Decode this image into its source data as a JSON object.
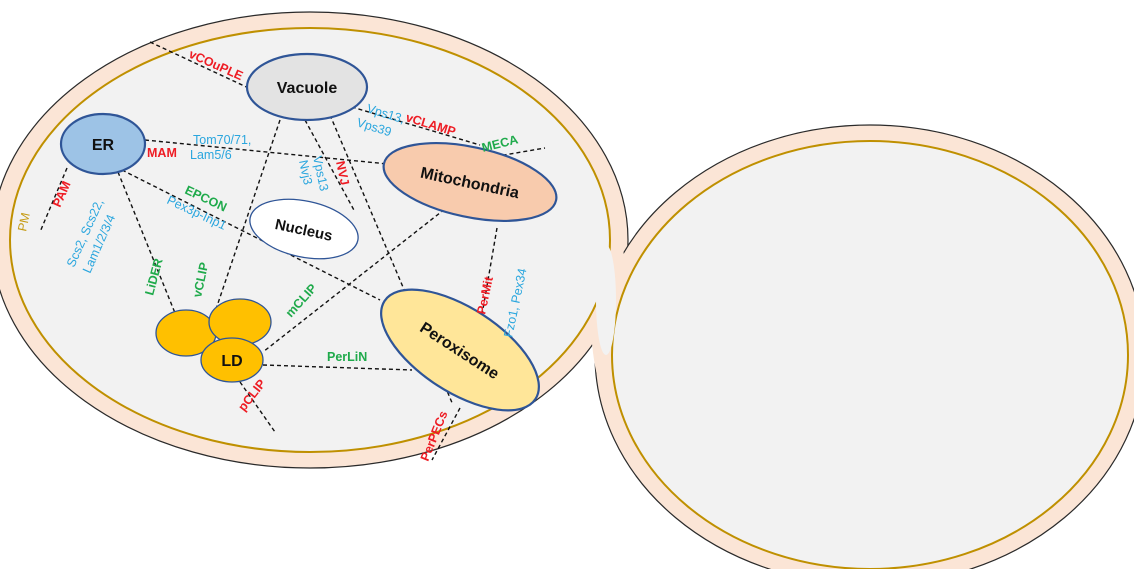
{
  "organelles": {
    "vacuole": "Vacuole",
    "er": "ER",
    "mitochondria": "Mitochondria",
    "nucleus": "Nucleus",
    "peroxisome": "Peroxisome",
    "ld": "LD"
  },
  "pm_label": "PM",
  "contact_sites": {
    "vcouple": "vCOuPLE",
    "vclamp": "vCLAMP",
    "meca": "MECA",
    "mam": "MAM",
    "pam": "PAM",
    "epcon": "EPCON",
    "nvj": "NVJ",
    "lider": "LiDER",
    "vclip": "vCLIP",
    "mclip": "mCLIP",
    "perlin": "PerLiN",
    "permit": "PerMit",
    "pclip": "pCLIP",
    "perpecs": "PerPECs"
  },
  "proteins": {
    "vps13_vps39_a": "Vps13,",
    "vps13_vps39_b": "Vps39",
    "tom_a": "Tom70/71,",
    "tom_b": "Lam5/6",
    "pex3p": "Pex3p-Inp1",
    "vps13_nvj3_a": "Vps13",
    "vps13_nvj3_b": "Nvj3",
    "scs_a": "Scs2, Scs22,",
    "scs_b": "Lam1/2/3/4",
    "fzo1_pex34": "Fzo1, Pex34"
  },
  "colors": {
    "contact_red": "#ee1c24",
    "contact_green": "#1faa4b",
    "protein_blue": "#2aa6de",
    "cell_fill": "#f2f2f2",
    "wall_fill": "#fbe5d6",
    "wall_line": "#bf9000",
    "pm_text": "#c59a12",
    "vacuole_fill": "#e3e3e3",
    "er_fill": "#9dc3e6",
    "mito_fill": "#f8cbad",
    "perox_fill": "#ffe699",
    "ld_fill": "#ffc000",
    "organelle_border": "#2f5597"
  }
}
